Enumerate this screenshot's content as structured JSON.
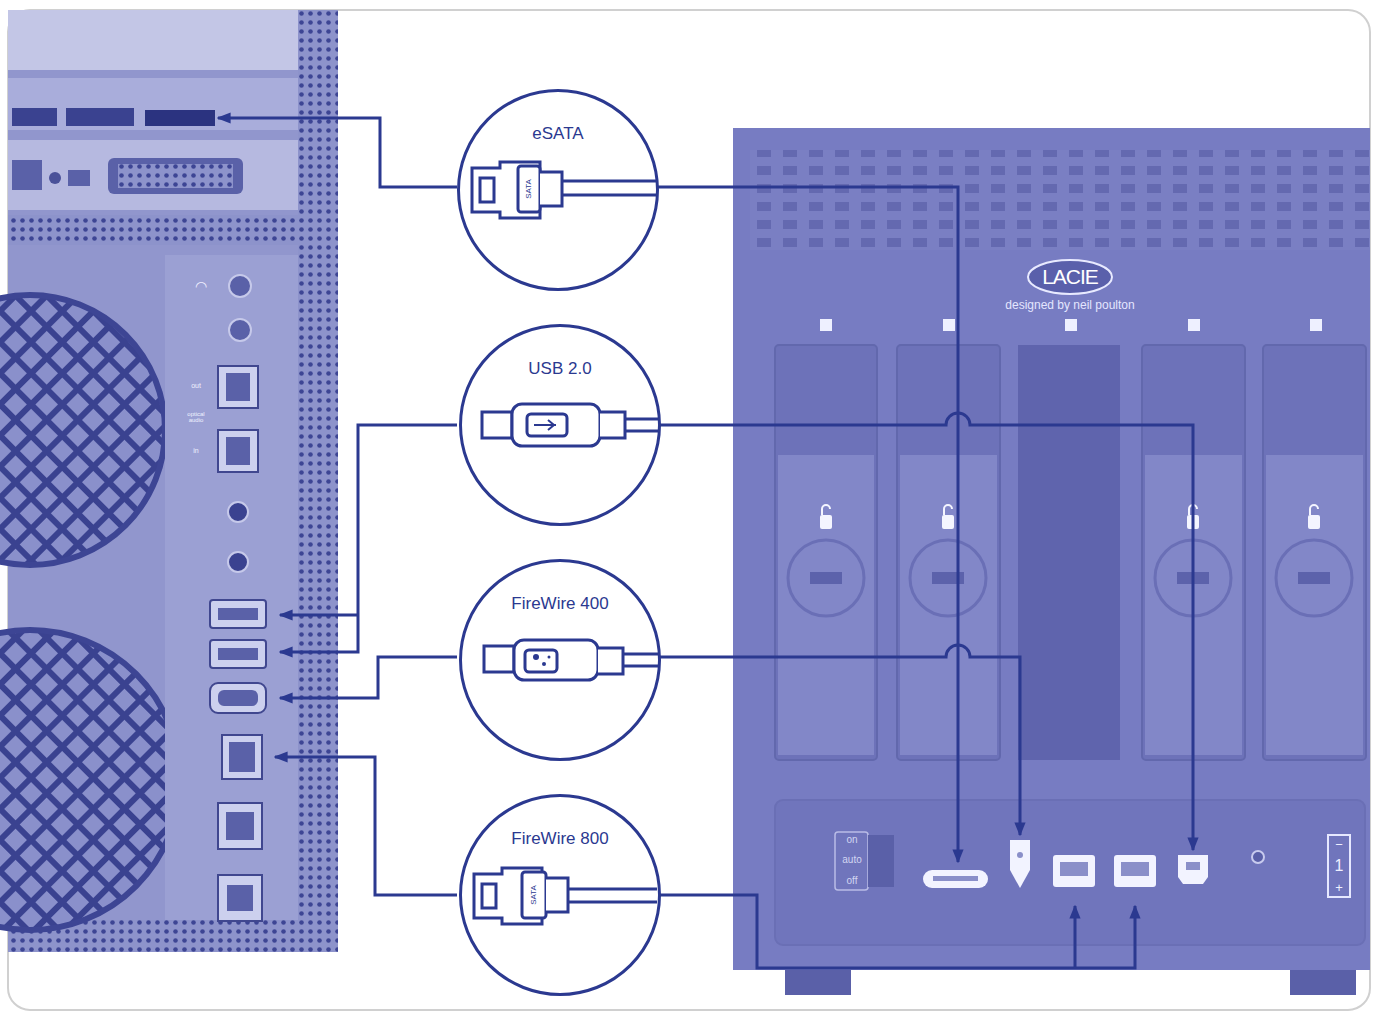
{
  "diagram": {
    "nodes": [
      {
        "text": [
          "eSATA"
        ]
      },
      {
        "text": [
          "USB 2.0"
        ]
      },
      {
        "text": [
          "FireWire 400"
        ]
      },
      {
        "text": [
          "FireWire 800"
        ]
      }
    ],
    "labels": [
      "LACIE",
      "designed by neil poulton",
      "on",
      "auto",
      "off",
      "−",
      "1",
      "+",
      "SATA",
      "SATA",
      "out",
      "optical audio",
      "in"
    ]
  }
}
